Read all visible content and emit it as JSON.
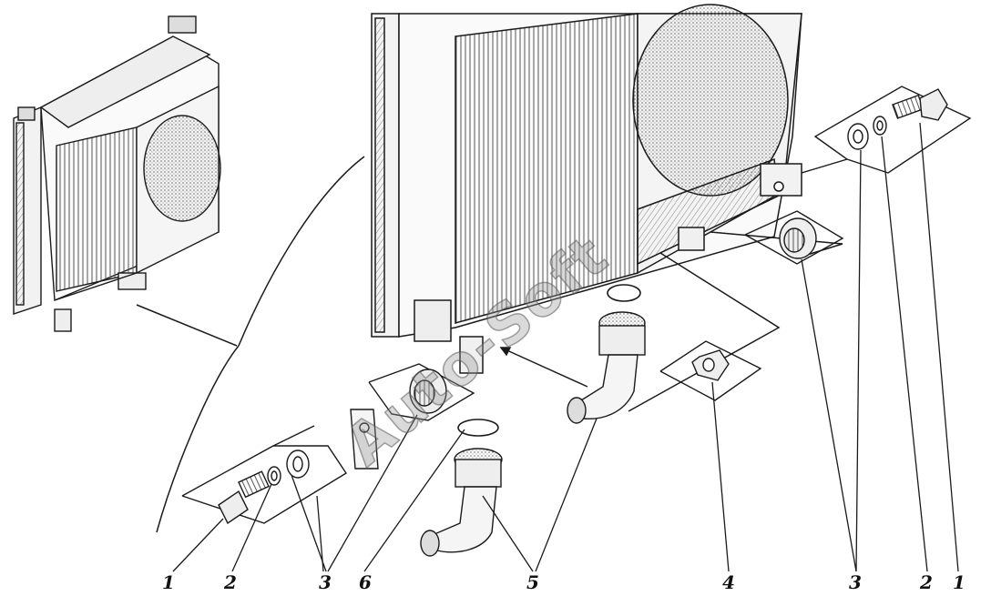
{
  "watermark": "Auto-Soft",
  "callouts": {
    "left_bolt": "1",
    "left_lock_washer": "2",
    "left_washers": "3",
    "o_ring": "6",
    "elbows": "5",
    "nut": "4",
    "right_washers": "3",
    "right_lock_washer": "2",
    "right_bolt": "1"
  },
  "colors": {
    "line": "#1a1a1a",
    "hatch": "#777777",
    "background": "#ffffff"
  }
}
